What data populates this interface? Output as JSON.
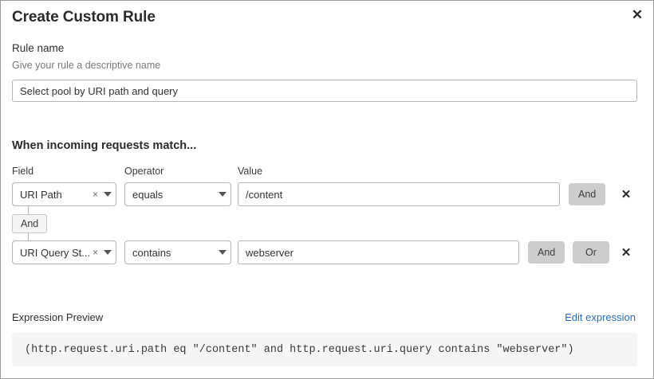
{
  "dialog": {
    "title": "Create Custom Rule",
    "close_icon": "close-icon"
  },
  "rule_name": {
    "label": "Rule name",
    "help": "Give your rule a descriptive name",
    "value": "Select pool by URI path and query",
    "placeholder": "Rule name"
  },
  "match": {
    "heading": "When incoming requests match...",
    "columns": {
      "field": "Field",
      "operator": "Operator",
      "value": "Value"
    },
    "connector": {
      "label": "And"
    },
    "conditions": [
      {
        "field": "URI Path",
        "clear_icon": "×",
        "caret_icon": "chevron-down-icon",
        "operator": "equals",
        "value": "/content",
        "value_placeholder": "Value",
        "buttons": [
          "And"
        ],
        "remove_icon": "✕"
      },
      {
        "field": "URI Query St...",
        "clear_icon": "×",
        "caret_icon": "chevron-down-icon",
        "operator": "contains",
        "value": "webserver",
        "value_placeholder": "Value",
        "buttons": [
          "And",
          "Or"
        ],
        "remove_icon": "✕"
      }
    ]
  },
  "expression": {
    "label": "Expression Preview",
    "edit_link": "Edit expression",
    "code": "(http.request.uri.path eq \"/content\" and http.request.uri.query contains \"webserver\")"
  },
  "colors": {
    "link": "#2a6ebb",
    "button_gray": "#cdcdcd",
    "code_bg": "#f5f5f5",
    "border": "#b5b5b5"
  }
}
